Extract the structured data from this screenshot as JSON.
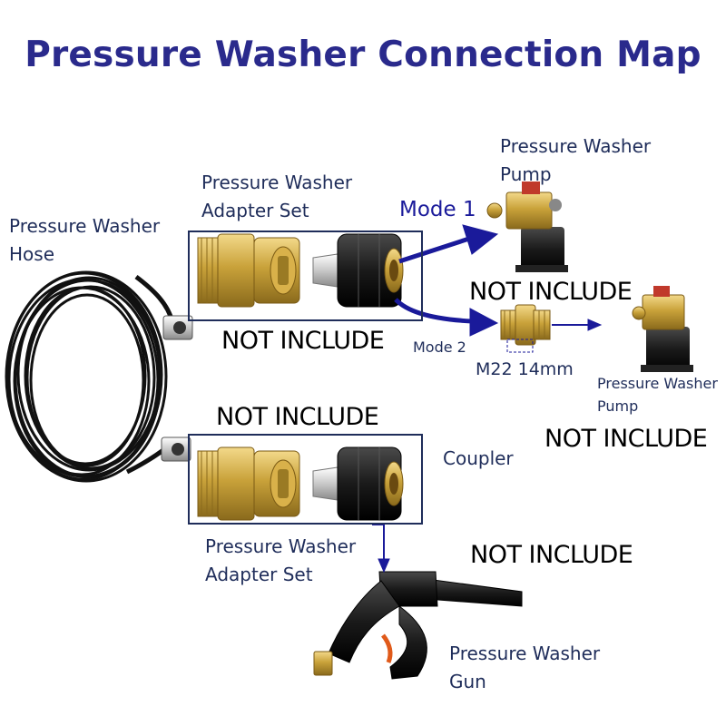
{
  "title": "Pressure Washer Connection Map",
  "labels": {
    "hose": [
      "Pressure Washer",
      "Hose"
    ],
    "adapter_set_top": [
      "Pressure Washer",
      "Adapter Set"
    ],
    "adapter_set_bottom": [
      "Pressure Washer",
      "Adapter Set"
    ],
    "pump_top": [
      "Pressure Washer",
      "Pump"
    ],
    "pump_right": [
      "Pressure Washer",
      "Pump"
    ],
    "gun": [
      "Pressure Washer",
      "Gun"
    ],
    "mode1": "Mode 1",
    "mode2": "Mode 2",
    "thread_size": "M22 14mm",
    "coupler": "Coupler"
  },
  "not_include": {
    "adapter_top": "NOT INCLUDE",
    "m22_adapter": "NOT INCLUDE",
    "right_pump": "NOT INCLUDE",
    "bottom_set": "NOT INCLUDE",
    "gun": "NOT INCLUDE"
  },
  "colors": {
    "title": "#2a2a8c",
    "label": "#1f2d5a",
    "arrow": "#1a1a9a",
    "brass": "#c9a23a",
    "hose": "#111111"
  }
}
